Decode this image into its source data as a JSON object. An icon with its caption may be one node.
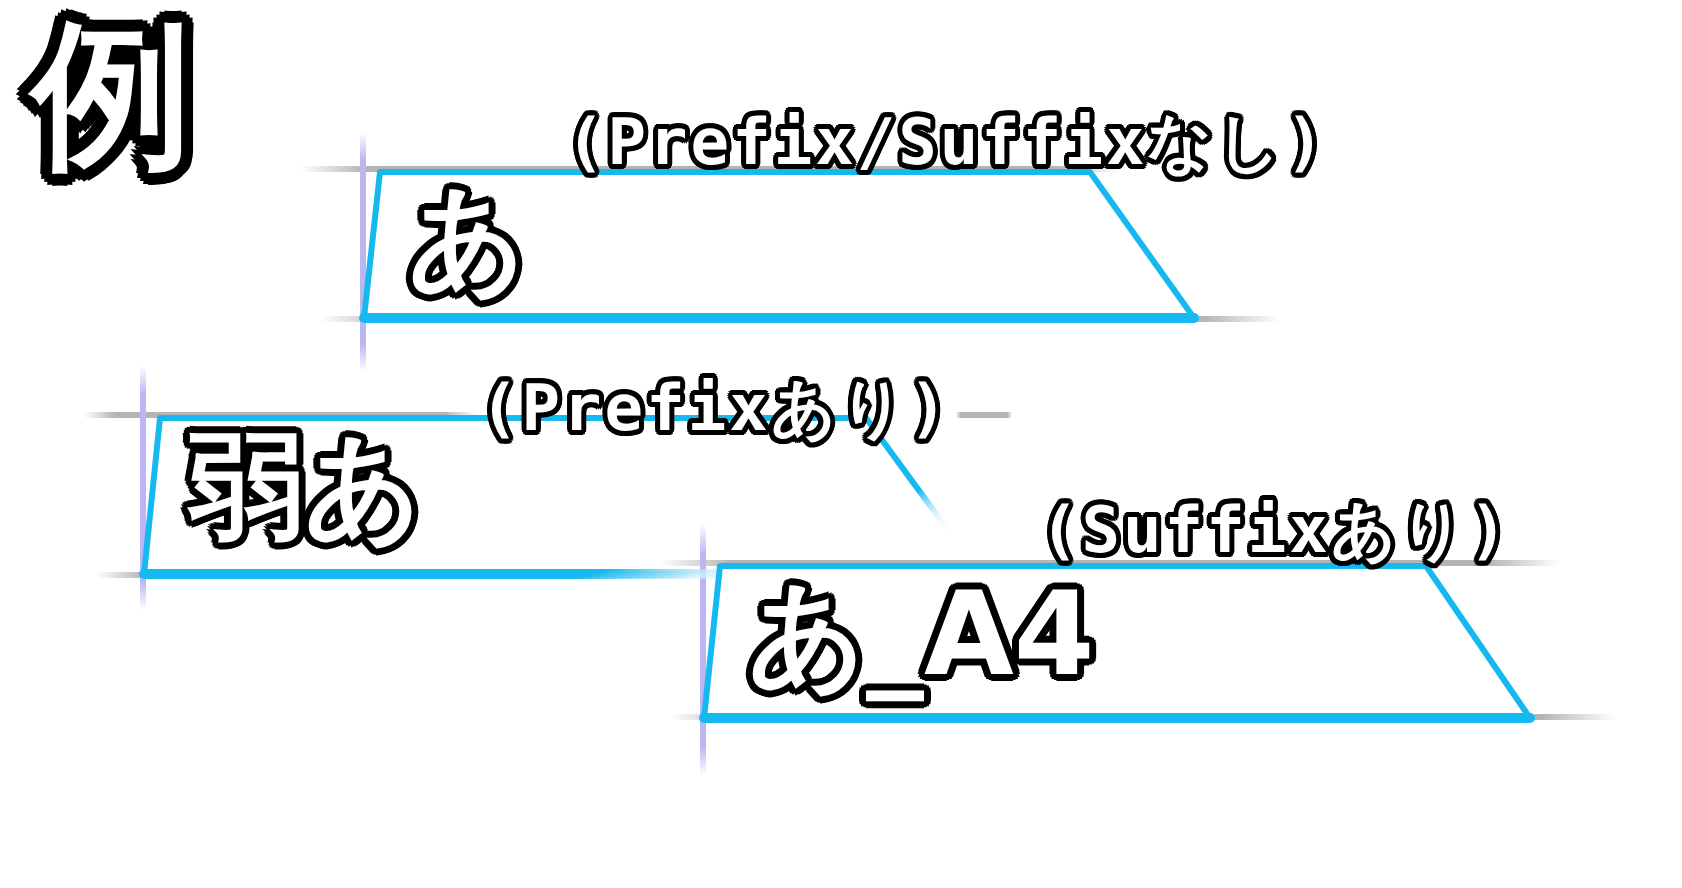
{
  "diagram": {
    "title": "例",
    "nodes": [
      {
        "text": [
          "あ"
        ],
        "beside": [
          "(Prefix/Suffixなし)"
        ]
      },
      {
        "text": [
          "弱あ"
        ],
        "beside": [
          "(Prefixあり)"
        ]
      },
      {
        "text": [
          "あ_A4"
        ],
        "beside": [
          "(Suffixあり)"
        ]
      }
    ]
  }
}
